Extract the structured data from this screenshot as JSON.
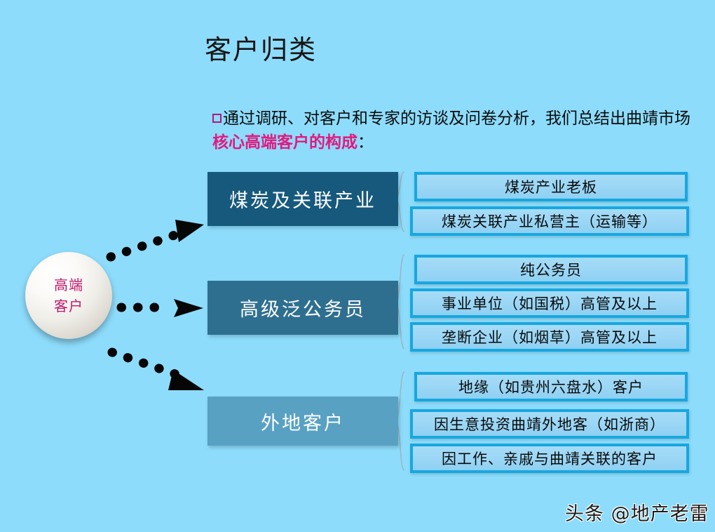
{
  "slide": {
    "title": "客户归类",
    "background_color": "#8ddcfb",
    "bullet": {
      "marker": "square-bullet-icon",
      "text_before": "通过调研、对客户和专家的访谈及问卷分析，我们总结出曲靖市场",
      "text_highlight": "核心高端客户的构成",
      "text_after": "：",
      "highlight_color": "#e2197e"
    },
    "source_node": {
      "name": "高端客户",
      "line1": "高端",
      "line2": "客户",
      "text_color": "#c0176a"
    },
    "connectors": [
      {
        "name": "arrow-to-coal",
        "direction": "up-right"
      },
      {
        "name": "arrow-to-civil-servant",
        "direction": "right"
      },
      {
        "name": "arrow-to-outside-customer",
        "direction": "down-right"
      }
    ],
    "groups": [
      {
        "category": "煤炭及关联产业",
        "category_color": "#17597c",
        "items": [
          "煤炭产业老板",
          "煤炭关联产业私营主（运输等）"
        ]
      },
      {
        "category": "高级泛公务员",
        "category_color": "#2e6f90",
        "items": [
          "纯公务员",
          "事业单位（如国税）高管及以上",
          "垄断企业（如烟草）高管及以上"
        ]
      },
      {
        "category": "外地客户",
        "category_color": "#58a1c3",
        "items": [
          "地缘（如贵州六盘水）客户",
          "因生意投资曲靖外地客（如浙商）",
          "因工作、亲戚与曲靖关联的客户"
        ]
      }
    ],
    "watermark": "头条 @地产老雷"
  }
}
